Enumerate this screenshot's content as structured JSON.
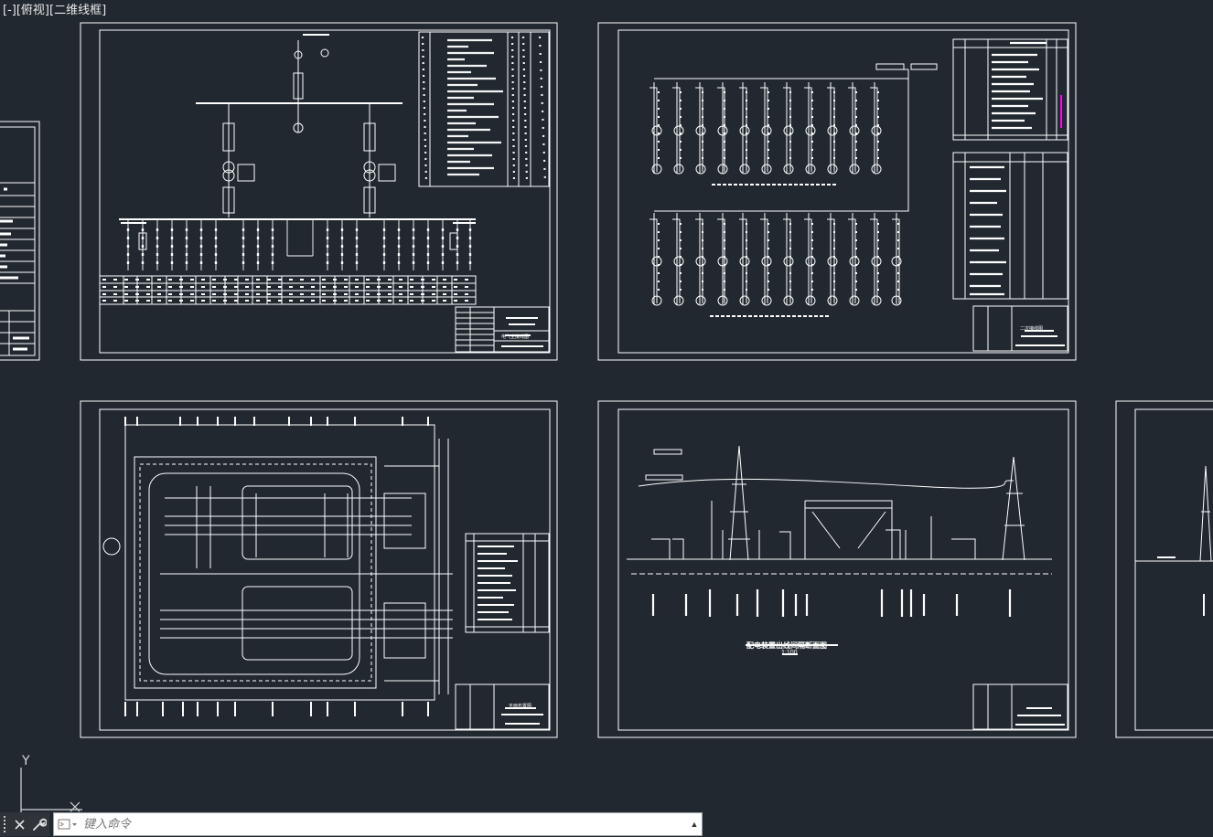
{
  "viewport": {
    "menu": "[-]",
    "view": "[俯视]",
    "style": "[二维线框]"
  },
  "ucs": {
    "y_axis": "Y"
  },
  "command_line": {
    "placeholder": "键入命令",
    "close_icon": "close-icon",
    "customize_icon": "wrench-icon"
  },
  "colors": {
    "canvas": "#212830",
    "lines": "#ffffff",
    "highlight": "#ff00ff"
  },
  "sheets": {
    "main_wiring": {
      "title_block": "电气主接线图"
    },
    "equipment_layout": {
      "title_block": "平面布置图"
    },
    "section": {
      "caption": "配电装置出线间隔断面图",
      "scale": "1:100"
    },
    "secondary": {
      "title_block": "二次接线图"
    }
  }
}
